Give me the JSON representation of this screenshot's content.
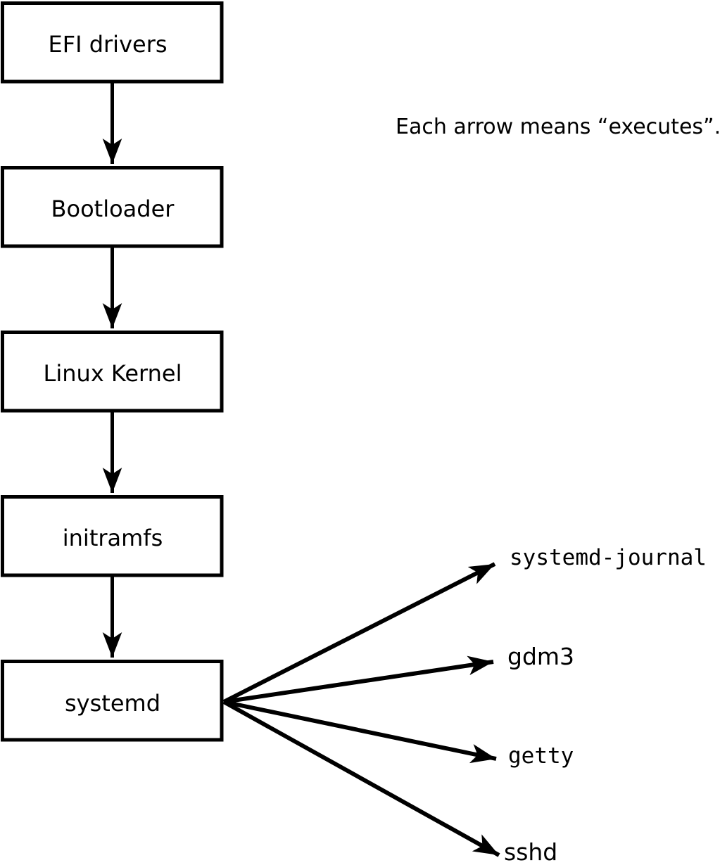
{
  "note": "Each arrow means “executes”.",
  "boot_chain": {
    "steps": [
      {
        "label": "EFI drivers"
      },
      {
        "label": "Bootloader"
      },
      {
        "label": "Linux Kernel"
      },
      {
        "label": "initramfs"
      },
      {
        "label": "systemd"
      }
    ]
  },
  "spawned_services": [
    {
      "label": "systemd-journal"
    },
    {
      "label": "gdm3"
    },
    {
      "label": "getty"
    },
    {
      "label": "sshd"
    }
  ],
  "edge_meaning": "executes",
  "colors": {
    "line": "#000000",
    "box_fill": "#ffffff",
    "background": "#ffffff",
    "text": "#000000"
  }
}
